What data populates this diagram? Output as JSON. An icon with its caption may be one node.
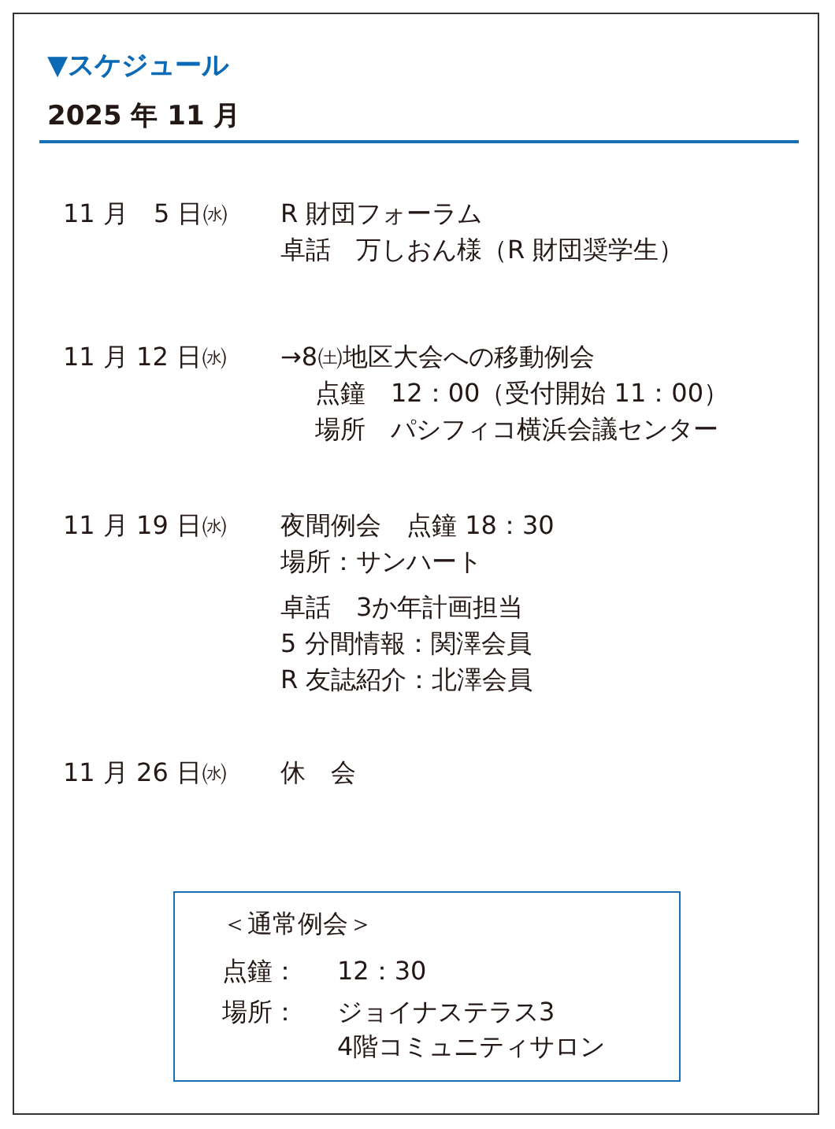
{
  "diagram": {
    "title": "▼スケジュール",
    "nodes": [
      {
        "text": [
          "＜通常例会＞",
          "点鐘：",
          "12：30",
          "場所：",
          "ジョイナステラス3",
          "4階コミュニティサロン"
        ]
      }
    ],
    "labels": [
      "2025 年 11 月",
      "11 月　5 日㈬",
      "R 財団フォーラム",
      "卓話　万しおん様（R 財団奨学生）",
      "11 月 12 日㈬",
      "→8㈯地区大会への移動例会",
      "点鐘　12：00（受付開始 11：00）",
      "場所　パシフィコ横浜会議センター",
      "11 月 19 日㈬",
      "夜間例会　点鐘 18：30",
      "場所：サンハート",
      "卓話　3か年計画担当",
      "5 分間情報：関澤会員",
      "R 友誌紹介：北澤会員",
      "11 月 26 日㈬",
      "休　会"
    ]
  }
}
